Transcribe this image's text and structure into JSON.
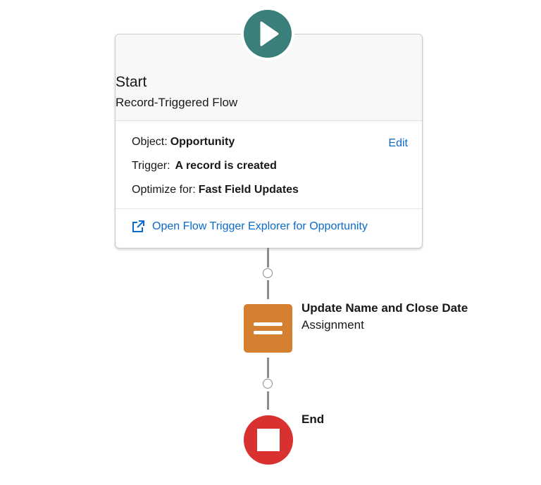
{
  "start": {
    "title": "Start",
    "subtitle": "Record-Triggered Flow",
    "object_label": "Object:",
    "object_value": "Opportunity",
    "edit_label": "Edit",
    "trigger_label": "Trigger:",
    "trigger_value": "A record is created",
    "optimize_label": "Optimize for:",
    "optimize_value": "Fast Field Updates",
    "explorer_link": "Open Flow Trigger Explorer for Opportunity"
  },
  "assignment": {
    "title": "Update Name and Close Date",
    "type": "Assignment"
  },
  "end": {
    "title": "End"
  },
  "colors": {
    "start": "#3b7f7a",
    "assignment": "#d57f30",
    "end": "#d93030",
    "link": "#0b6bcb"
  }
}
